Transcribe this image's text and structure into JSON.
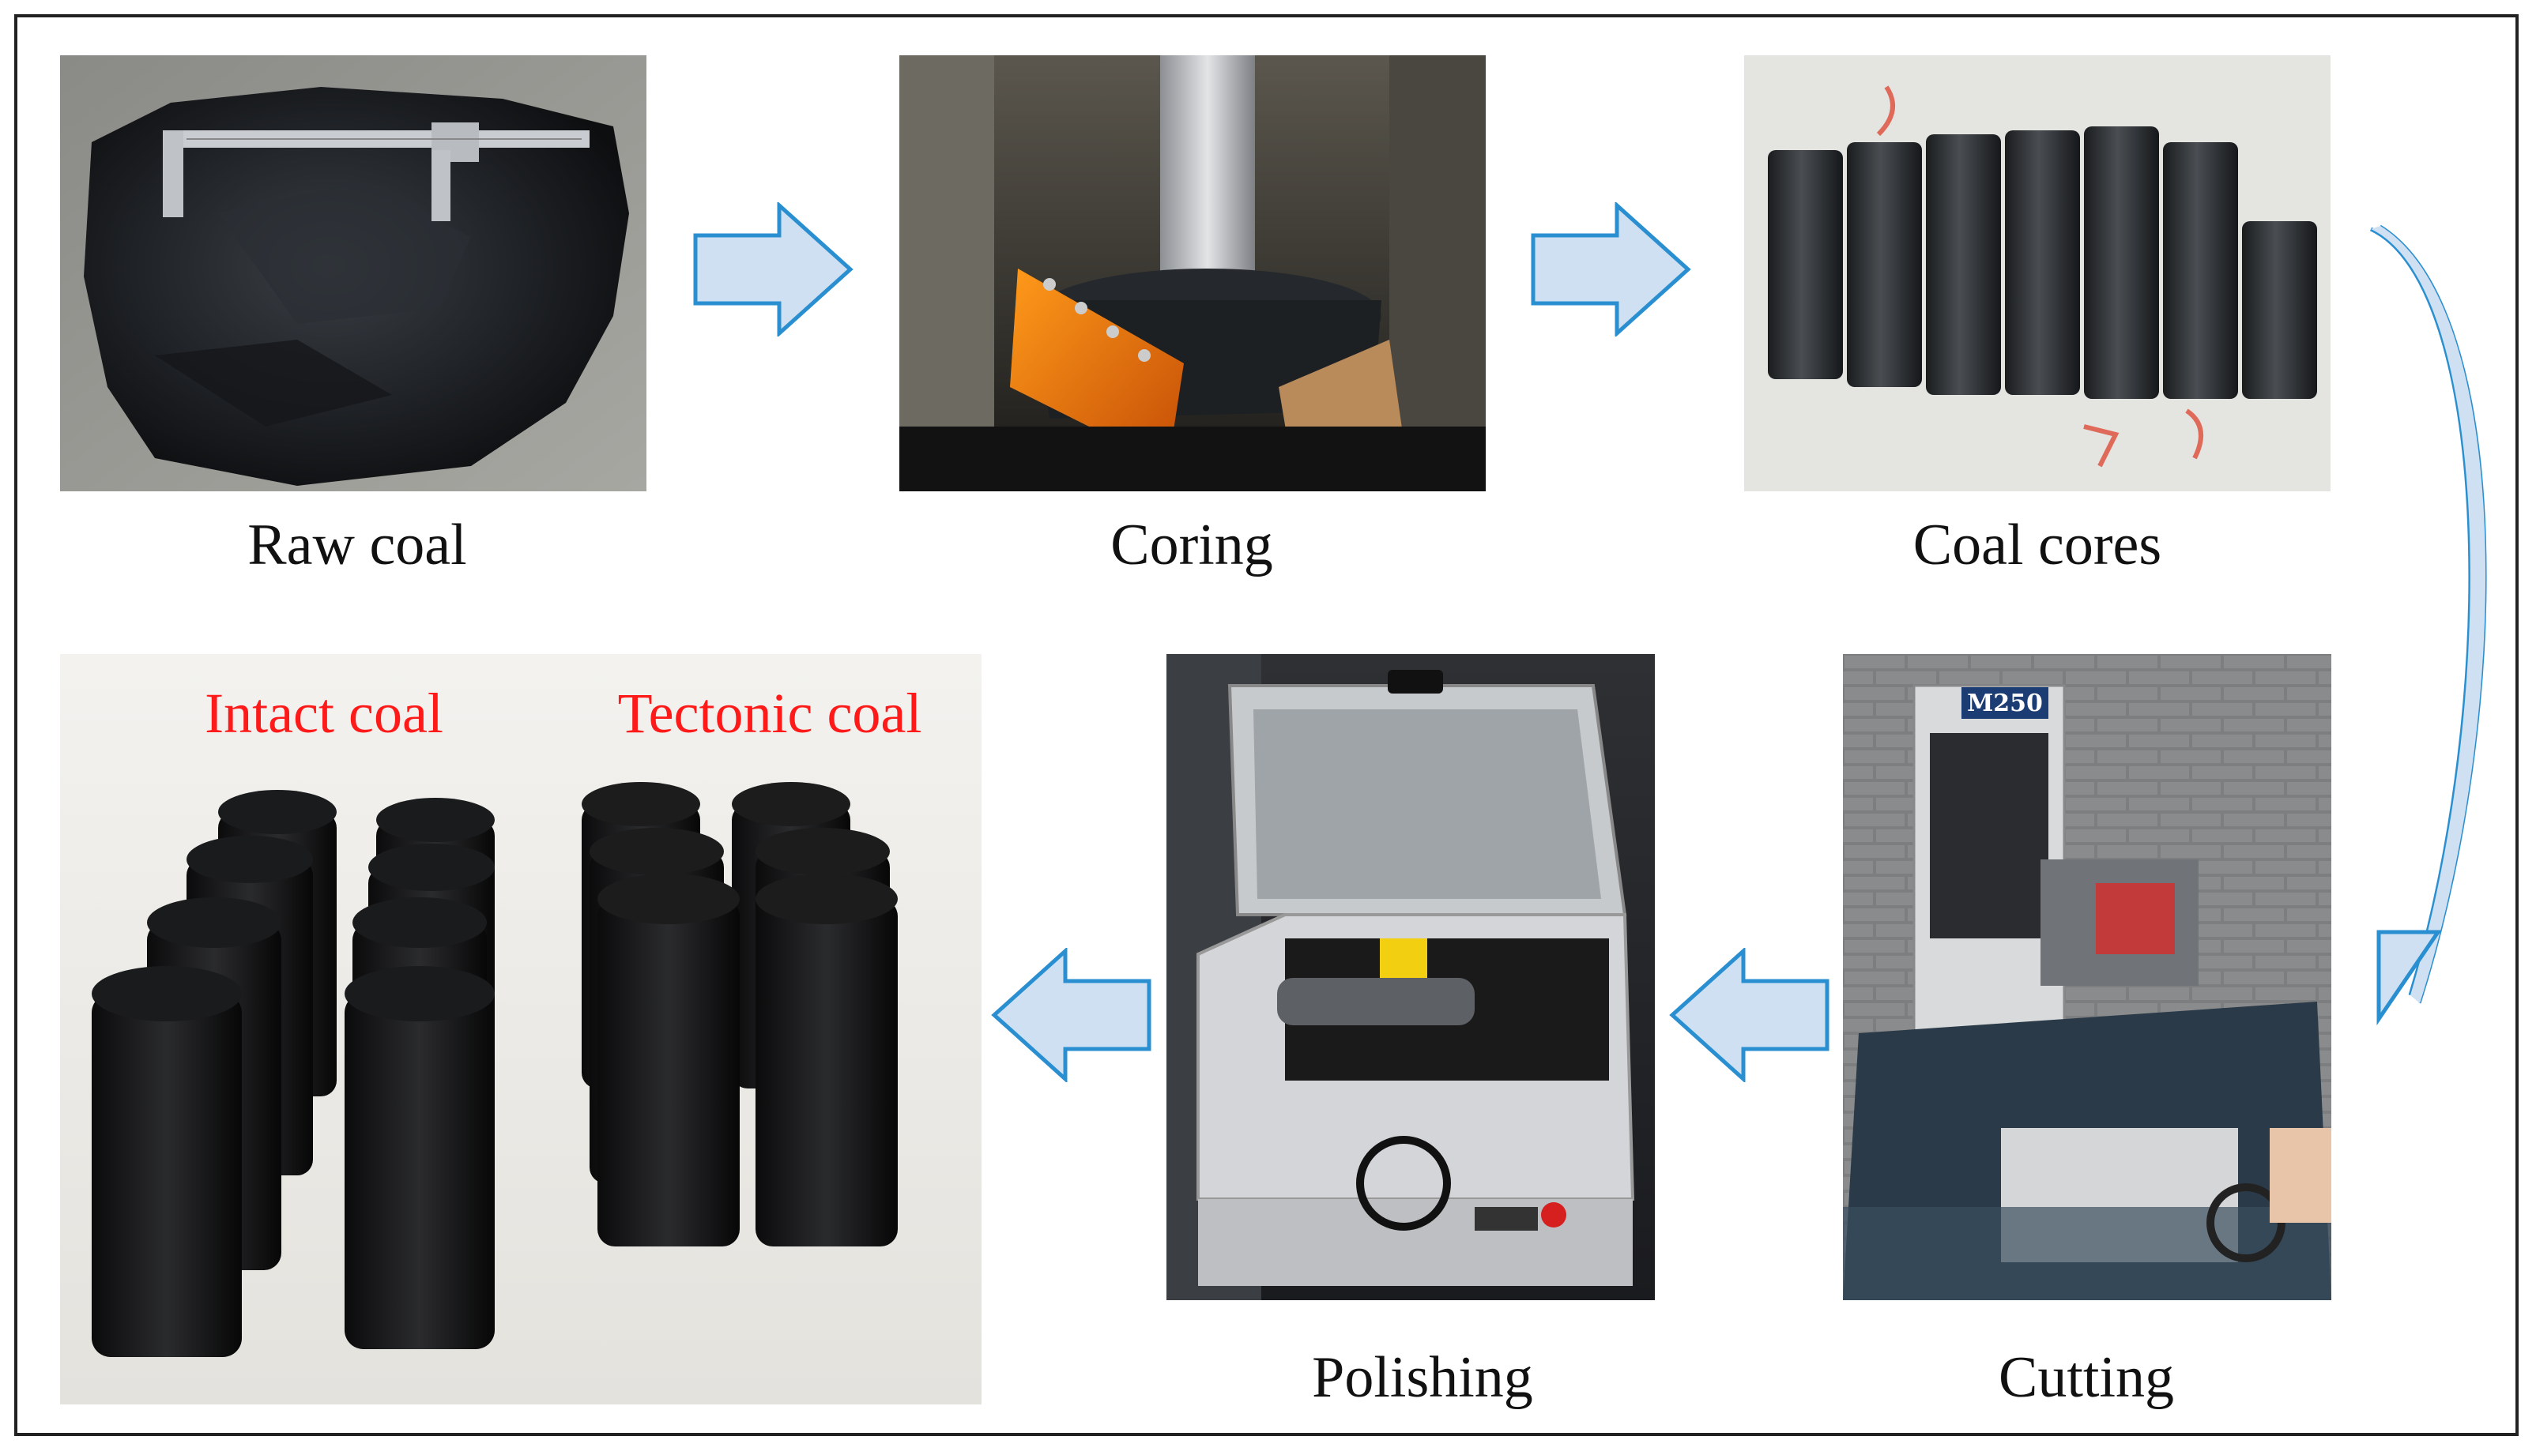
{
  "steps": {
    "raw_coal": "Raw coal",
    "coring": "Coring",
    "coal_cores": "Coal cores",
    "cutting": "Cutting",
    "polishing": "Polishing"
  },
  "photo_labels": {
    "intact_coal": "Intact coal",
    "tectonic_coal": "Tectonic coal",
    "machine_model": "M250"
  },
  "colors": {
    "arrow_fill": "#cfe0f2",
    "arrow_stroke": "#2a8fd0",
    "label_red": "#ff1a1a"
  }
}
